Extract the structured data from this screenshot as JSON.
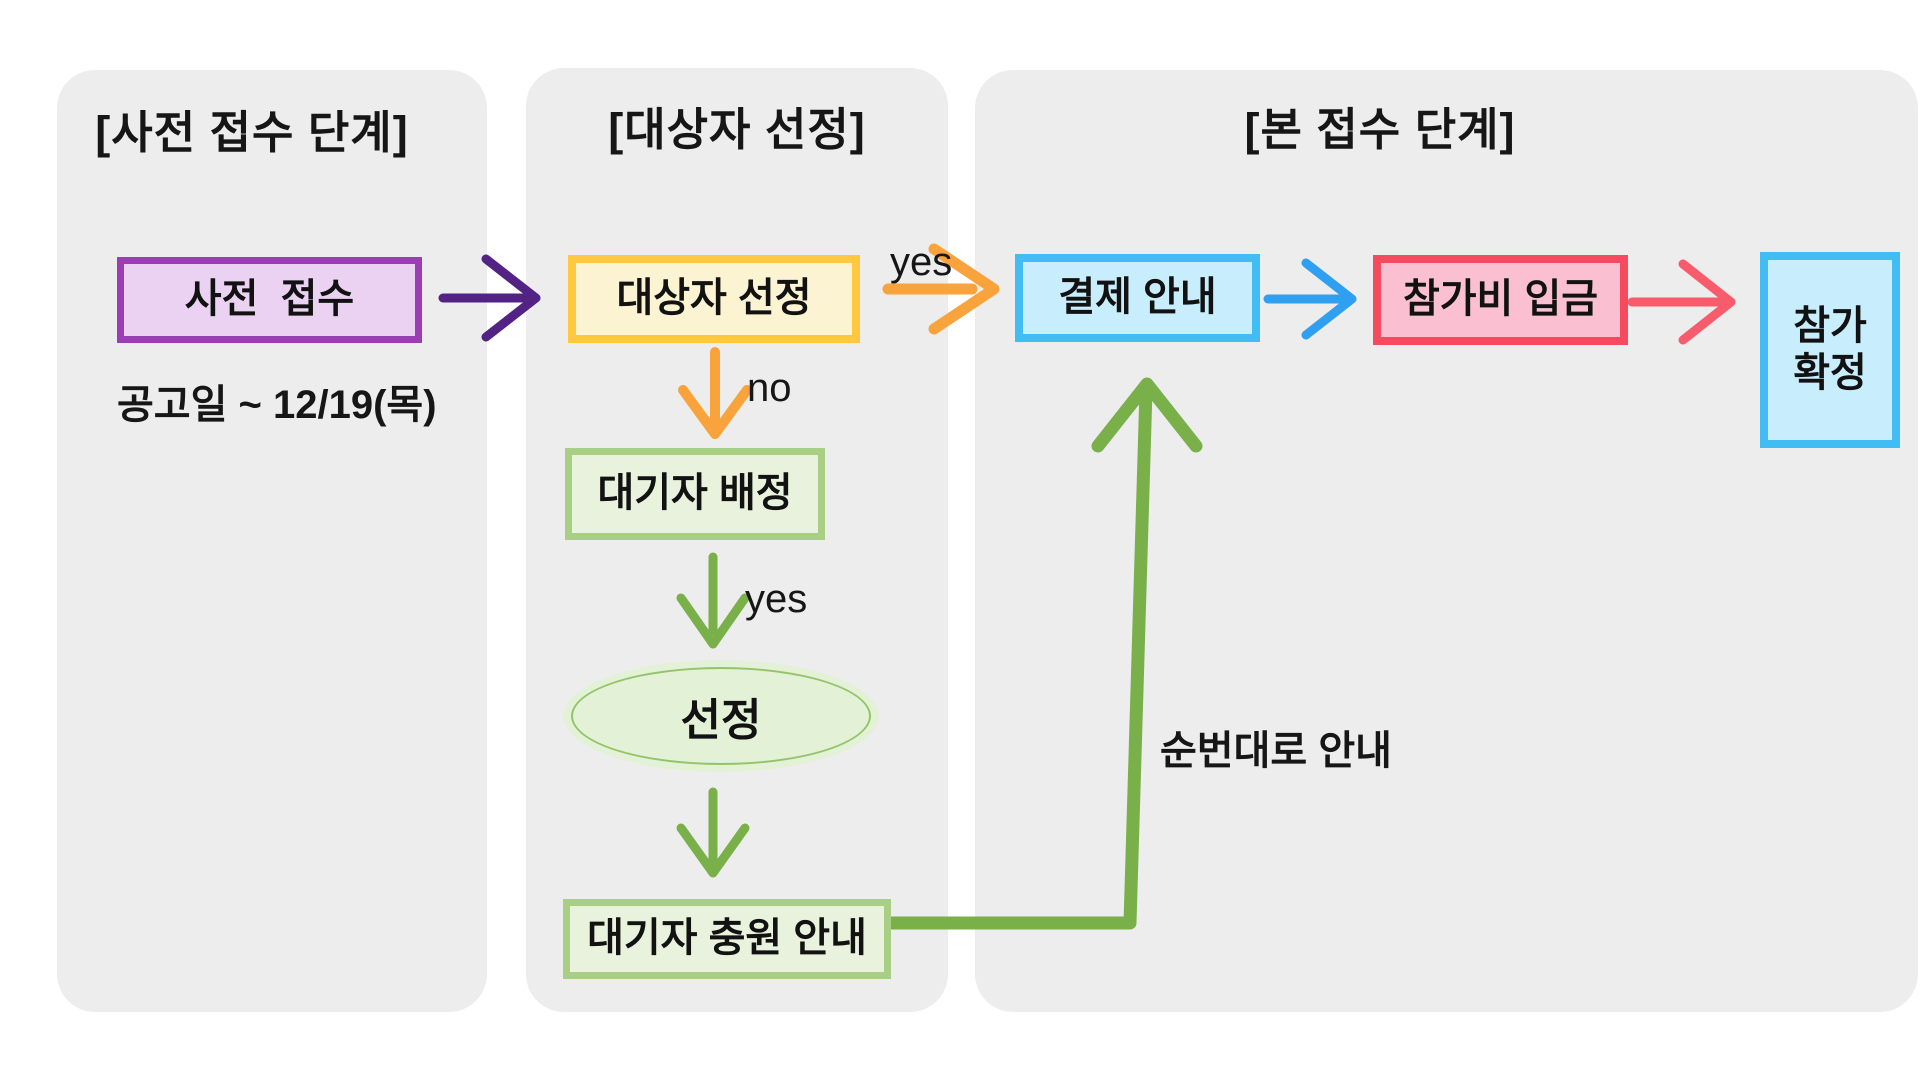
{
  "stages": {
    "pre": {
      "title": "[사전 접수 단계]",
      "apply_label": "사전  접수",
      "period": "공고일 ~ 12/19(목)"
    },
    "select": {
      "title": "[대상자 선정]",
      "target_label": "대상자 선정",
      "waitlist_label": "대기자 배정",
      "selected_label": "선정",
      "notice_label": "대기자 충원 안내"
    },
    "main": {
      "title": "[본 접수 단계]",
      "payment_label": "결제 안내",
      "fee_label": "참가비 입금",
      "confirm_label": "참가\n확정"
    }
  },
  "edge_labels": {
    "yes_to_payment": "yes",
    "no_to_waitlist": "no",
    "yes_to_selected": "yes",
    "order_notice": "순번대로 안내"
  },
  "colors": {
    "panel_bg": "#EDEDED",
    "purple_border": "#9B3DB4",
    "purple_fill": "#EBD2F2",
    "purple_arrow": "#522285",
    "yellow_border": "#FFC83E",
    "yellow_fill": "#FCF3D3",
    "orange_arrow": "#F9A33C",
    "green_border": "#A9CF85",
    "green_fill": "#E8F2DD",
    "green_arrow": "#79B04A",
    "blue_border": "#41BDF4",
    "blue_fill": "#C8EDFC",
    "blue_arrow": "#2F9FF1",
    "pink_border": "#F64A5E",
    "pink_fill": "#FBBFD2",
    "red_arrow": "#F85B6C"
  }
}
